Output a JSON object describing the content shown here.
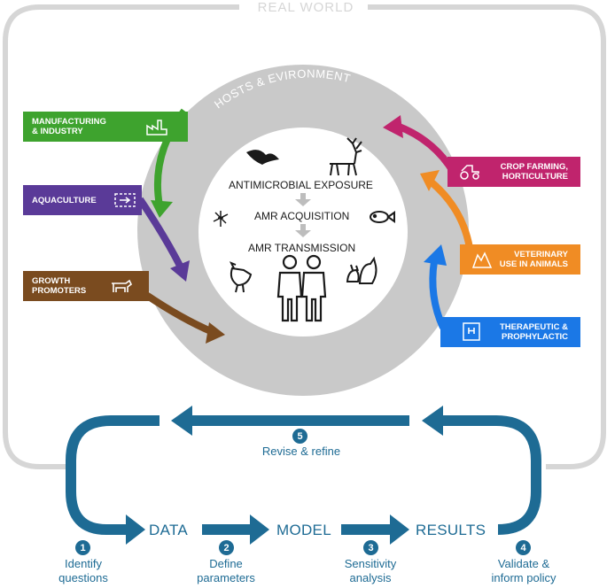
{
  "frame": {
    "title": "REAL WORLD"
  },
  "ring": {
    "title": "HOSTS & EVIRONMENT"
  },
  "center": {
    "exposure": "ANTIMICROBIAL EXPOSURE",
    "acquisition": "AMR ACQUISITION",
    "transmission": "AMR TRANSMISSION"
  },
  "sources_left": [
    {
      "label": "MANUFACTURING\n& INDUSTRY",
      "color": "#3ea32e",
      "icon": "factory-icon"
    },
    {
      "label": "AQUACULTURE",
      "color": "#5a3a98",
      "icon": "fish-farm-icon"
    },
    {
      "label": "GROWTH\nPROMOTERS",
      "color": "#7a4b1f",
      "icon": "cow-icon"
    }
  ],
  "sources_right": [
    {
      "label": "CROP FARMING,\nHORTICULTURE",
      "color": "#c0246d",
      "icon": "tractor-icon"
    },
    {
      "label": "VETERINARY\nUSE IN ANIMALS",
      "color": "#f08c24",
      "icon": "vet-icon"
    },
    {
      "label": "THERAPEUTIC &\nPROPHYLACTIC",
      "color": "#1b78e6",
      "icon": "hospital-icon"
    }
  ],
  "workflow": {
    "data": "DATA",
    "model": "MODEL",
    "results": "RESULTS",
    "steps": [
      {
        "num": "1",
        "caption": "Identify\nquestions"
      },
      {
        "num": "2",
        "caption": "Define\nparameters"
      },
      {
        "num": "3",
        "caption": "Sensitivity\nanalysis"
      },
      {
        "num": "4",
        "caption": "Validate &\ninform policy"
      },
      {
        "num": "5",
        "caption": "Revise & refine"
      }
    ]
  },
  "colors": {
    "frame": "#d6d6d6",
    "ring": "#c9c9c9",
    "workflow": "#1e6b94"
  }
}
